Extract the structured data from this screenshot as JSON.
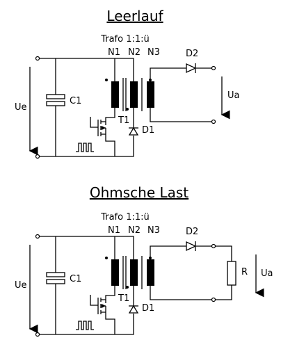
{
  "circuits": [
    {
      "title": "Leerlauf",
      "trafo_label": "Trafo 1:1:ü",
      "winding_labels": [
        "N1",
        "N2",
        "N3"
      ],
      "labels": {
        "input_voltage": "Ue",
        "capacitor": "C1",
        "transistor": "T1",
        "diode_clamp": "D1",
        "diode_output": "D2",
        "output_voltage": "Ua"
      }
    },
    {
      "title": "Ohmsche Last",
      "trafo_label": "Trafo 1:1:ü",
      "winding_labels": [
        "N1",
        "N2",
        "N3"
      ],
      "labels": {
        "input_voltage": "Ue",
        "capacitor": "C1",
        "transistor": "T1",
        "diode_clamp": "D1",
        "diode_output": "D2",
        "load_resistor": "R",
        "output_voltage": "Ua"
      }
    }
  ]
}
